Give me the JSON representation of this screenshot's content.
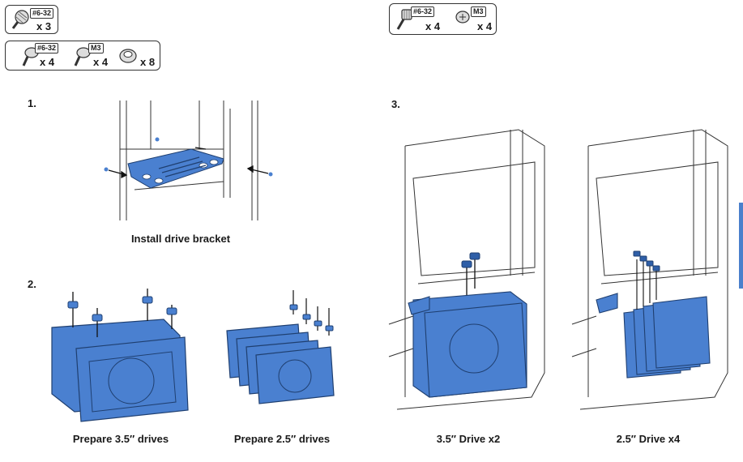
{
  "colors": {
    "accent": "#4a80d0",
    "line": "#333333"
  },
  "hardware_kits": [
    {
      "items": [
        {
          "tag": "#6-32",
          "qty": "x 3",
          "icon": "screw-icon"
        }
      ]
    },
    {
      "items": [
        {
          "tag": "#6-32",
          "qty": "x 4",
          "icon": "screw-icon"
        },
        {
          "tag": "M3",
          "qty": "x 4",
          "icon": "screw-icon"
        },
        {
          "tag": "",
          "qty": "x 8",
          "icon": "grommet-icon"
        }
      ]
    },
    {
      "items": [
        {
          "tag": "#6-32",
          "qty": "x 4",
          "icon": "thumbscrew-icon"
        },
        {
          "tag": "M3",
          "qty": "x 4",
          "icon": "screw-icon"
        }
      ]
    }
  ],
  "steps": [
    {
      "number": "1.",
      "caption": "Install drive bracket"
    },
    {
      "number": "2.",
      "captions": [
        "Prepare 3.5″ drives",
        "Prepare 2.5″ drives"
      ]
    },
    {
      "number": "3.",
      "captions": [
        "3.5″ Drive  x2",
        "2.5″ Drive  x4"
      ]
    }
  ]
}
